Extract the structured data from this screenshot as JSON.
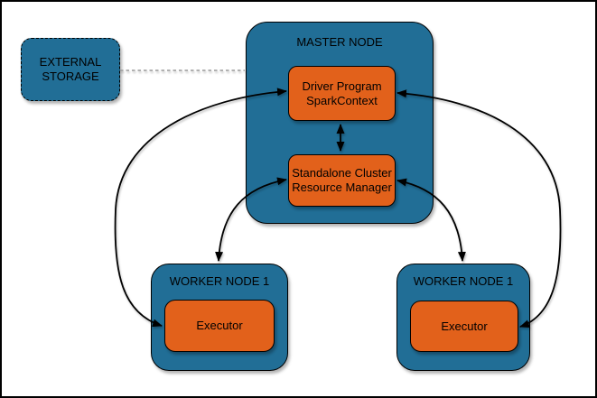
{
  "diagram": {
    "external_storage": {
      "line1": "EXTERNAL",
      "line2": "STORAGE"
    },
    "master_node": {
      "title": "MASTER NODE",
      "driver_program": {
        "line1": "Driver Program",
        "line2": "SparkContext"
      },
      "resource_manager": {
        "line1": "Standalone Cluster",
        "line2": "Resource Manager"
      }
    },
    "workers": [
      {
        "title": "WORKER NODE 1",
        "executor_label": "Executor"
      },
      {
        "title": "WORKER NODE 1",
        "executor_label": "Executor"
      }
    ],
    "edges": [
      {
        "from": "external-storage",
        "to": "master-node",
        "style": "dashed",
        "arrows": "none"
      },
      {
        "from": "driver-program-sparkcontext",
        "to": "standalone-cluster-resource-manager",
        "style": "solid",
        "arrows": "both"
      },
      {
        "from": "standalone-cluster-resource-manager",
        "to": "worker-node-left",
        "style": "solid",
        "arrows": "both"
      },
      {
        "from": "standalone-cluster-resource-manager",
        "to": "worker-node-right",
        "style": "solid",
        "arrows": "both"
      },
      {
        "from": "driver-program-sparkcontext",
        "to": "executor-left",
        "style": "solid",
        "arrows": "both"
      },
      {
        "from": "driver-program-sparkcontext",
        "to": "executor-right",
        "style": "solid",
        "arrows": "both"
      }
    ],
    "colors": {
      "node_fill": "#216E96",
      "component_fill": "#E2611B",
      "border": "#000000",
      "arrow": "#000000",
      "dashed_connector": "#999999",
      "text": "#000000",
      "background": "#FFFFFF"
    }
  }
}
